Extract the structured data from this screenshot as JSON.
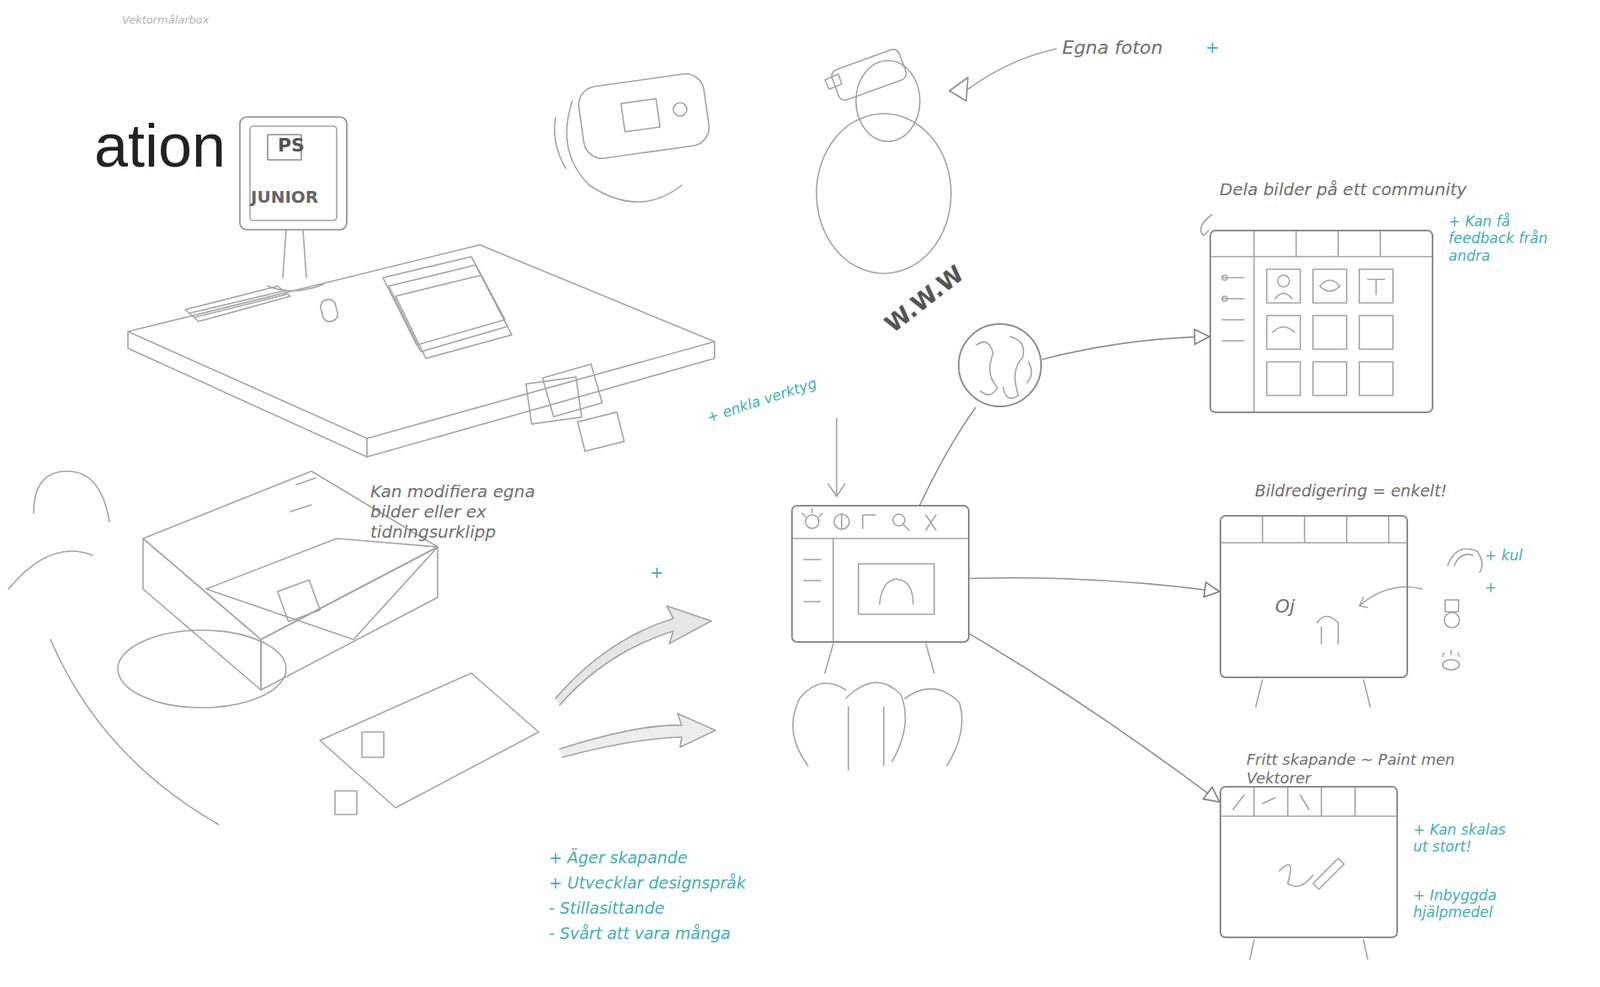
{
  "diagram": {
    "title": "ation",
    "nodes": [
      {
        "text": [
          "+ enkla verktyg"
        ]
      },
      {
        "text": [
          "W.W.W"
        ]
      },
      {
        "text": [
          "Dela bilder på ett community",
          "+ Kan få feedback från andra"
        ]
      },
      {
        "text": [
          "Bildredigering = enkelt!"
        ]
      },
      {
        "text": [
          "Fritt skapande ~ Paint men Vektorer",
          "+ Kan skalas ut stort!",
          "+ Inbyggda hjälpmedel"
        ]
      }
    ],
    "edges": [
      {
        "from": 0,
        "to": 1,
        "arrow": "none"
      },
      {
        "from": 1,
        "to": 2,
        "arrow": "to"
      },
      {
        "from": 0,
        "to": 3,
        "arrow": "to"
      },
      {
        "from": 0,
        "to": 4,
        "arrow": "to"
      }
    ],
    "labels": [
      "Vektormålarbox",
      "PS",
      "JUNIOR",
      "Egna foton",
      "+",
      "Kan modifiera egna bilder eller ex tidningsurklipp",
      "+",
      "+ kul",
      "+",
      "Oj",
      "+ Äger skapande",
      "+ Utvecklar designspråk",
      "- Stillasittande",
      "- Svårt att vara många"
    ]
  }
}
